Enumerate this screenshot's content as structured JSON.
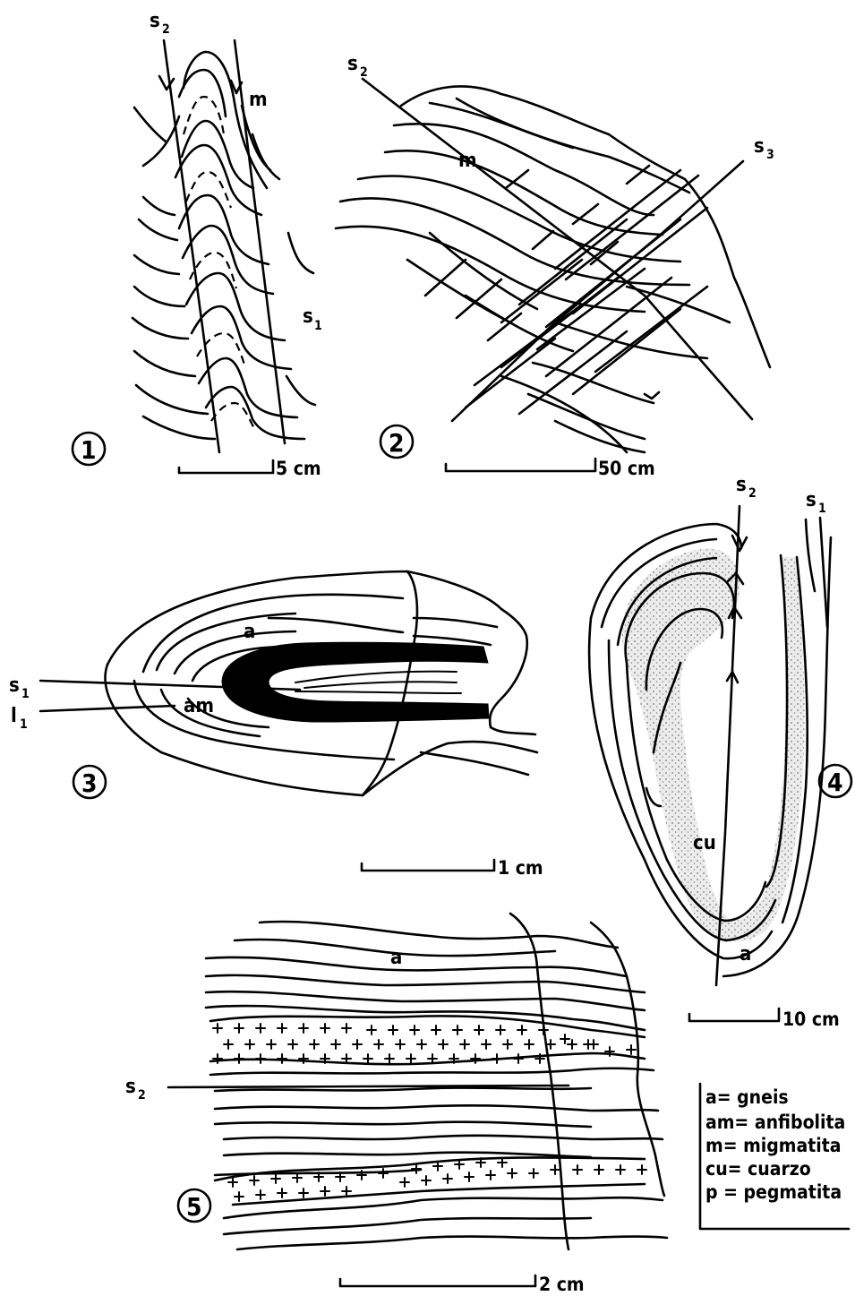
{
  "panels": [
    {
      "number": "1",
      "labels": [
        "s",
        "2",
        "m",
        "s",
        "1"
      ],
      "scale": "5 cm"
    },
    {
      "number": "2",
      "labels": [
        "s",
        "2",
        "m",
        "s",
        "3"
      ],
      "scale": "50 cm"
    },
    {
      "number": "3",
      "labels": [
        "a",
        "s",
        "1",
        "l",
        "1",
        "am"
      ],
      "scale": "1 cm"
    },
    {
      "number": "4",
      "labels": [
        "s",
        "2",
        "s",
        "1",
        "cu",
        "a"
      ],
      "scale": "10 cm"
    },
    {
      "number": "5",
      "labels": [
        "a",
        "s",
        "2"
      ],
      "scale": "2 cm"
    }
  ],
  "legend": [
    "a= gneis",
    "am= anfibolita",
    "m= migmatita",
    "cu= cuarzo",
    "p = pegmatita"
  ],
  "colors": {
    "ink": "#000000",
    "paper": "#ffffff",
    "stipple": "#d6d6d6"
  }
}
